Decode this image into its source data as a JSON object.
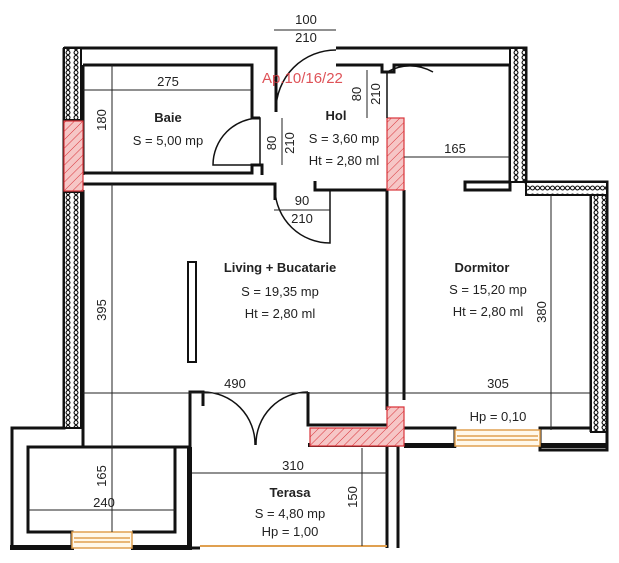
{
  "plan": {
    "stamp": "Ap.10/16/22",
    "colors": {
      "wall": "#111111",
      "demolished_wall_fill": "#f2b8b8",
      "demolished_wall_stroke": "#d9353b",
      "window": "#e8b060",
      "insulation": "#111111"
    },
    "rooms": [
      {
        "id": "baie",
        "name": "Baie",
        "area": "S = 5,00 mp"
      },
      {
        "id": "hol",
        "name": "Hol",
        "area": "S = 3,60 mp",
        "height": "Ht = 2,80 ml"
      },
      {
        "id": "living",
        "name": "Living + Bucatarie",
        "area": "S = 19,35 mp",
        "height": "Ht = 2,80 ml"
      },
      {
        "id": "dormitor",
        "name": "Dormitor",
        "area": "S = 15,20 mp",
        "height": "Ht = 2,80 ml",
        "sill": "Hp = 0,10"
      },
      {
        "id": "terasa",
        "name": "Terasa",
        "area": "S = 4,80 mp",
        "sill": "Hp = 1,00"
      }
    ],
    "dimensions": {
      "entry_door_width": "100",
      "entry_door_height": "210",
      "baie_width": "275",
      "baie_depth": "180",
      "baie_door_width": "80",
      "baie_door_height": "210",
      "dormitor_door_width": "80",
      "dormitor_door_height": "210",
      "living_door_width": "90",
      "living_door_height": "210",
      "hol_to_wall": "165",
      "living_depth": "395",
      "living_width": "490",
      "dormitor_depth": "380",
      "dormitor_width": "305",
      "balcony_depth": "165",
      "balcony_width": "240",
      "terasa_width": "310",
      "terasa_depth": "150"
    }
  }
}
